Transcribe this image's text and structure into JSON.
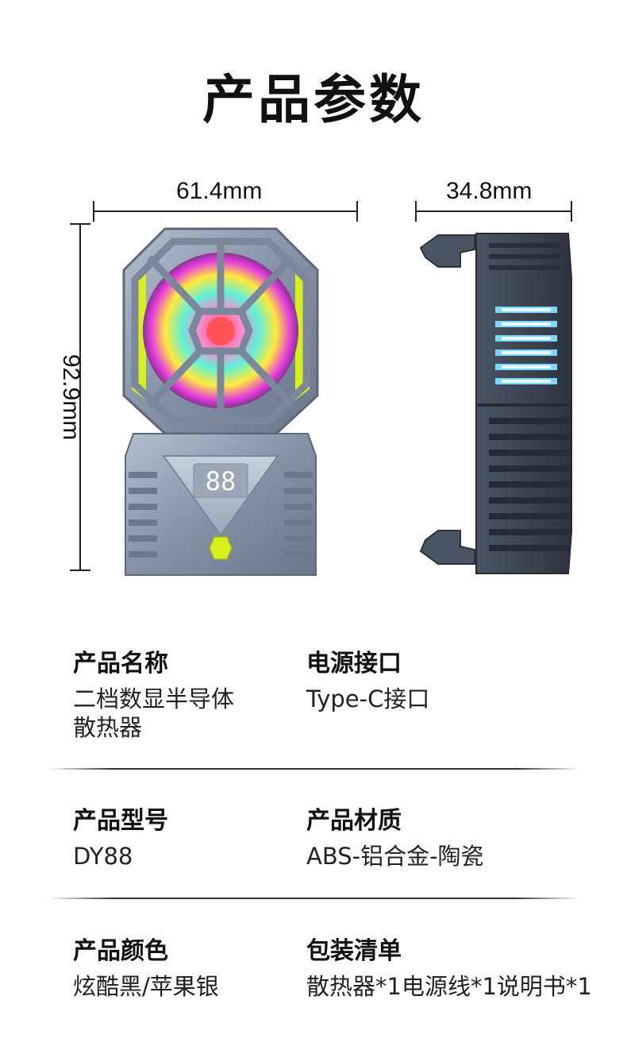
{
  "title": "产品参数",
  "dimensions": {
    "width": "61.4mm",
    "depth": "34.8mm",
    "height": "92.9mm"
  },
  "display": {
    "digits": "88"
  },
  "specs": {
    "name": {
      "label": "产品名称",
      "value_line1": "二档数显半导体",
      "value_line2": "散热器"
    },
    "interface": {
      "label": "电源接口",
      "value": "Type-C接口"
    },
    "model": {
      "label": "产品型号",
      "value": "DY88"
    },
    "material": {
      "label": "产品材质",
      "value": "ABS-铝合金-陶瓷"
    },
    "color": {
      "label": "产品颜色",
      "value": "炫酷黑/苹果银"
    },
    "package": {
      "label": "包装清单",
      "value": "散热器*1电源线*1说明书*1"
    }
  },
  "colors": {
    "accent_yellow": "#d7ef1c",
    "body_gray": "#8e9aac",
    "side_dark": "#3f4857"
  }
}
